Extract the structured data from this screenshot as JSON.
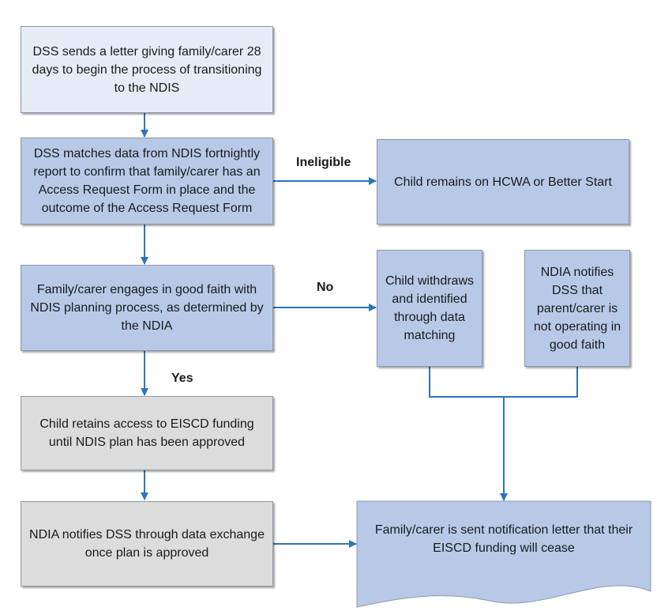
{
  "nodes": {
    "n1": "DSS sends a letter giving family/carer 28 days to begin the process of transitioning to the NDIS",
    "n2": "DSS matches data from NDIS fortnightly report to confirm that family/carer has an Access Request Form in place and the outcome of the Access Request Form",
    "n3": "Child remains on HCWA or Better Start",
    "n4": "Family/carer engages in good faith with NDIS planning process, as determined by the NDIA",
    "n5": "Child withdraws and identified through data matching",
    "n6": "NDIA notifies DSS that parent/carer is not operating in good faith",
    "n7": "Child retains access to EISCD funding until NDIS plan has been approved",
    "n8": "NDIA notifies DSS through data exchange once plan is approved",
    "n9": "Family/carer is sent notification letter that their EISCD funding will cease"
  },
  "labels": {
    "ineligible": "Ineligible",
    "no": "No",
    "yes": "Yes"
  },
  "colors": {
    "light_fill": "#e6ecf7",
    "blue_fill": "#b8c9e8",
    "grey_fill": "#dcdcdc",
    "connector": "#2e75b6"
  }
}
